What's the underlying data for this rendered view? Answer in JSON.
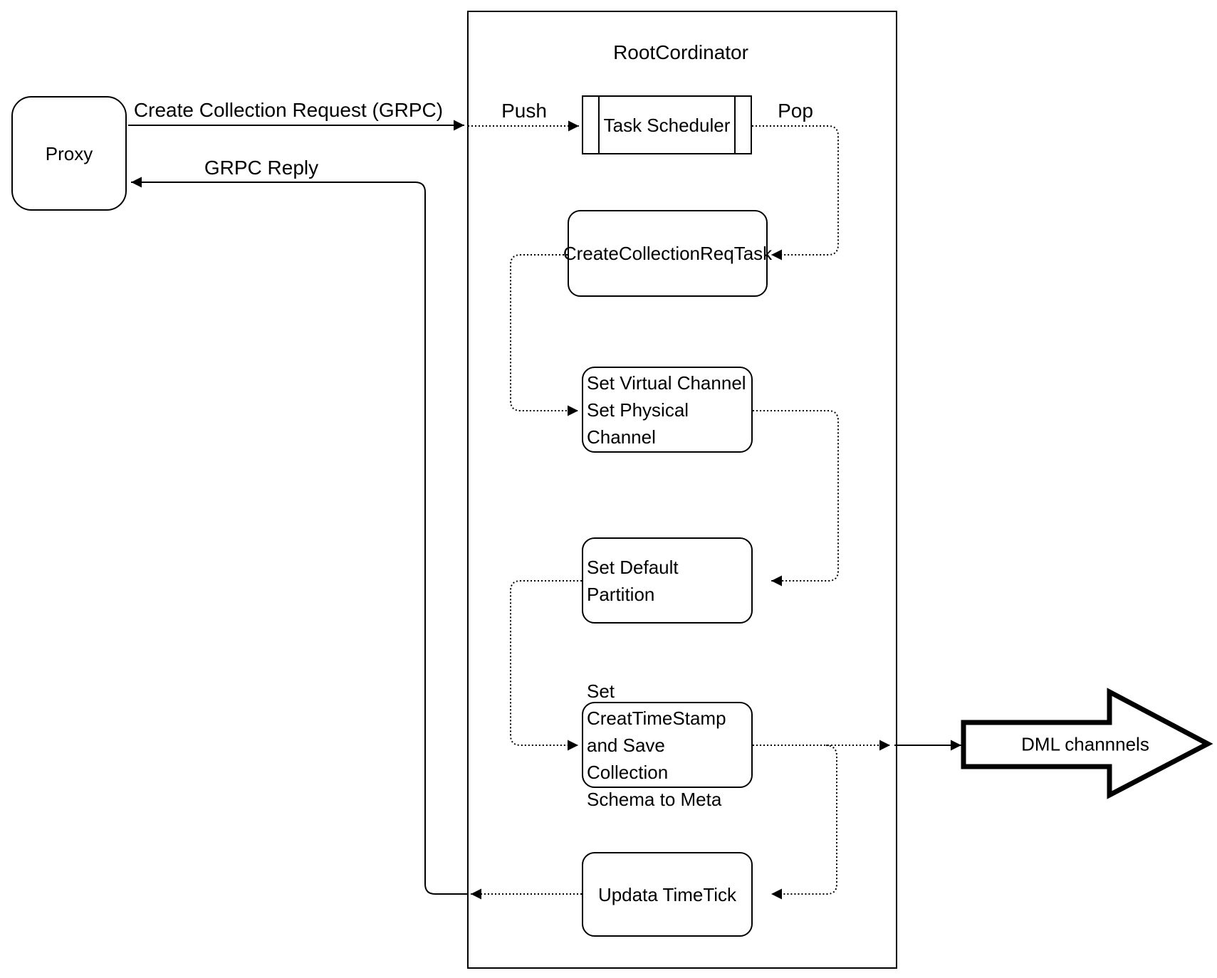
{
  "diagram": {
    "proxy": {
      "label": "Proxy"
    },
    "container": {
      "title": "RootCordinator"
    },
    "nodes": {
      "task_scheduler": {
        "label": "Task Scheduler"
      },
      "create_collection_req_task": {
        "label": "CreateCollectionReqTask"
      },
      "set_channels": {
        "line1": "Set Virtual Channel",
        "line2": "Set Physical Channel"
      },
      "set_default_partition": {
        "label": "Set Default Partition"
      },
      "set_timestamp": {
        "line1": "Set CreatTimeStamp",
        "line2": "and Save Collection",
        "line3": "Schema to Meta"
      },
      "updata_timetick": {
        "label": "Updata TimeTick"
      },
      "dml_channels": {
        "label": "DML channnels"
      }
    },
    "edge_labels": {
      "create_collection_request": "Create Collection Request (GRPC)",
      "grpc_reply": "GRPC Reply",
      "push": "Push",
      "pop": "Pop"
    },
    "colors": {
      "stroke": "#000000",
      "background": "#ffffff"
    }
  }
}
